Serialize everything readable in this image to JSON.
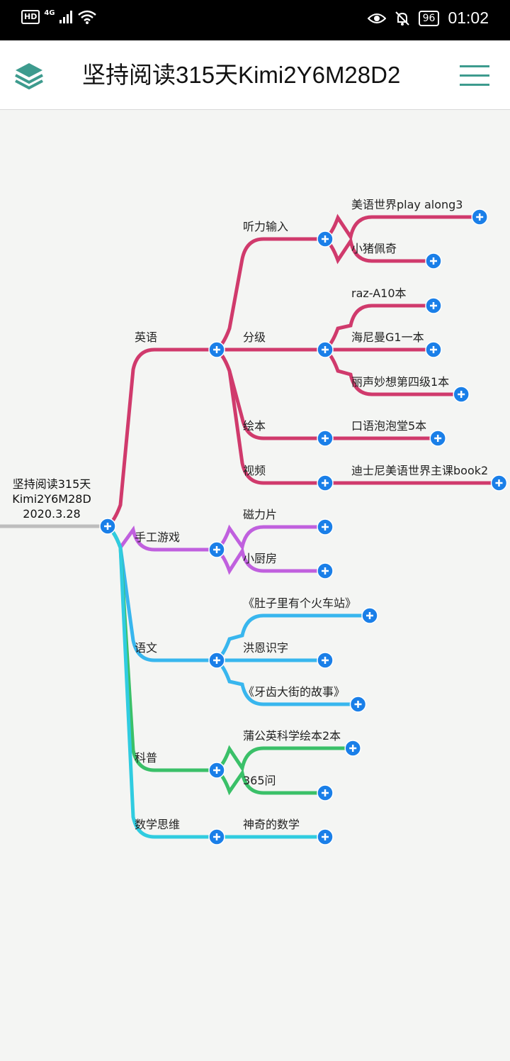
{
  "status_bar": {
    "hd_badge": "HD",
    "network": "4G",
    "battery": "96",
    "time": "01:02"
  },
  "app_bar": {
    "title": "坚持阅读315天Kimi2Y6M28D2",
    "left_icon": "layers-icon",
    "right_icon": "menu-icon"
  },
  "mindmap": {
    "root": {
      "lines": [
        "坚持阅读315天",
        "Kimi2Y6M28D",
        "2020.3.28"
      ]
    },
    "colors": {
      "english": "#d03a6c",
      "craft": "#c060de",
      "chinese": "#38b6ee",
      "science": "#3ac068",
      "math": "#30cce0",
      "root_line": "#bdbdbd",
      "plus": "#1a7fe8"
    },
    "branches": [
      {
        "label": "英语",
        "color": "english",
        "children": [
          {
            "label": "听力输入",
            "children": [
              "美语世界play along3",
              "小猪佩奇"
            ]
          },
          {
            "label": "分级",
            "children": [
              "raz-A10本",
              "海尼曼G1一本",
              "丽声妙想第四级1本"
            ]
          },
          {
            "label": "绘本",
            "children": [
              "口语泡泡堂5本"
            ]
          },
          {
            "label": "视频",
            "children": [
              "迪士尼美语世界主课book2"
            ]
          }
        ]
      },
      {
        "label": "手工游戏",
        "color": "craft",
        "children": [
          {
            "label": "磁力片",
            "children": []
          },
          {
            "label": "小厨房",
            "children": []
          }
        ]
      },
      {
        "label": "语文",
        "color": "chinese",
        "children": [
          {
            "label": "《肚子里有个火车站》",
            "children": []
          },
          {
            "label": "洪恩识字",
            "children": []
          },
          {
            "label": "《牙齿大街的故事》",
            "children": []
          }
        ]
      },
      {
        "label": "科普",
        "color": "science",
        "children": [
          {
            "label": "蒲公英科学绘本2本",
            "children": []
          },
          {
            "label": "365问",
            "children": []
          }
        ]
      },
      {
        "label": "数学思维",
        "color": "math",
        "children": [
          {
            "label": "神奇的数学",
            "children": []
          }
        ]
      }
    ]
  }
}
